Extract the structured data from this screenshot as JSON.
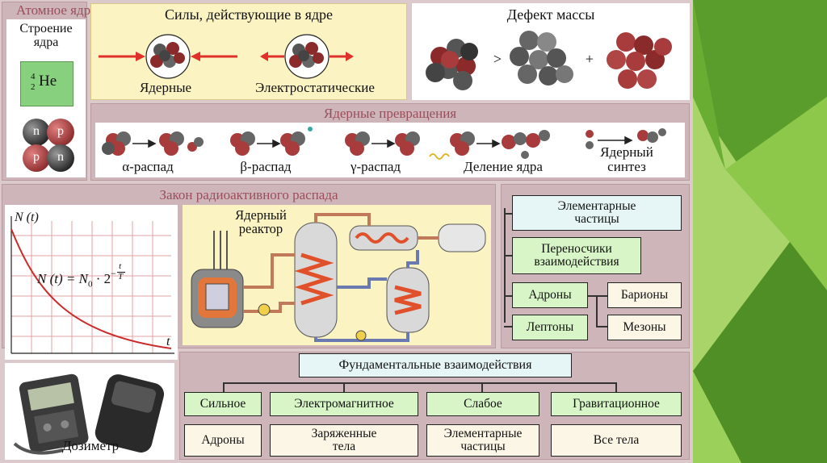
{
  "nucleus": {
    "section_title": "Атомное ядро",
    "structure_label": "Строение ядра",
    "he_mass": "4",
    "he_charge": "2",
    "he_symbol": "He",
    "n": "n",
    "p": "p"
  },
  "forces": {
    "title": "Силы, действующие в ядре",
    "nuclear": "Ядерные",
    "electrostatic": "Электростатические"
  },
  "mass_defect": {
    "title": "Дефект массы",
    "gt": ">",
    "plus": "+"
  },
  "transformations": {
    "title": "Ядерные превращения",
    "alpha": "α-распад",
    "beta": "β-распад",
    "gamma": "γ-распад",
    "fission": "Деление ядра",
    "fusion_line1": "Ядерный",
    "fusion_line2": "синтез"
  },
  "decay_law": {
    "title": "Закон радиоактивного распада",
    "n_axis": "N (t)",
    "t_axis": "t",
    "formula_lhs": "N (t) = N",
    "formula_sub": "0",
    "formula_mid": " · 2",
    "exp_top": "t",
    "exp_bottom": "T",
    "exp_minus": "−"
  },
  "reactor": {
    "line1": "Ядерный",
    "line2": "реактор"
  },
  "dosimeter": {
    "label": "Дозиметр"
  },
  "particles": {
    "root_l1": "Элементарные",
    "root_l2": "частицы",
    "carriers_l1": "Переносчики",
    "carriers_l2": "взаимодействия",
    "hadrons": "Адроны",
    "leptons": "Лептоны",
    "baryons": "Барионы",
    "mesons": "Мезоны"
  },
  "interactions": {
    "title": "Фундаментальные взаимодействия",
    "strong": "Сильное",
    "em": "Электромагнитное",
    "weak": "Слабое",
    "grav": "Гравитационное",
    "strong_obj": "Адроны",
    "em_obj_l1": "Заряженные",
    "em_obj_l2": "тела",
    "weak_obj_l1": "Элементарные",
    "weak_obj_l2": "частицы",
    "grav_obj": "Все тела"
  },
  "colors": {
    "proton": "#a83b3b",
    "neutron": "#4a4a4a",
    "accent_red": "#9a4e5b",
    "green_box": "#d8f5c7",
    "cream": "#fbf3c2",
    "curve": "#cc2b2b"
  }
}
